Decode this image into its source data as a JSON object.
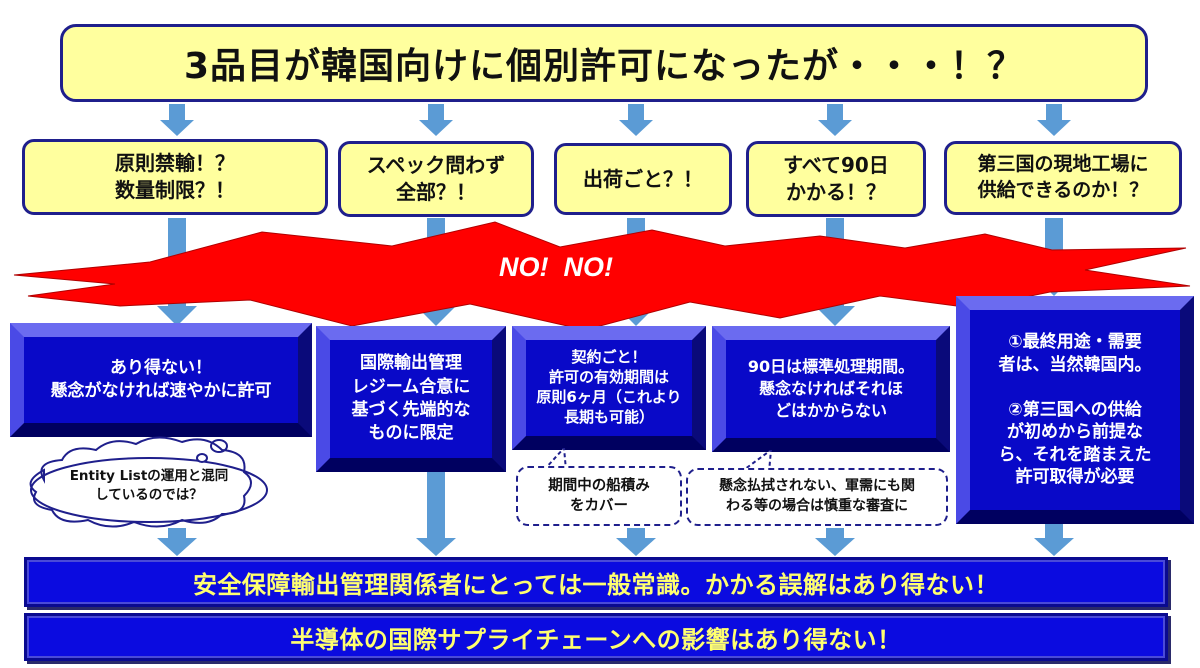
{
  "title": "3品目が韓国向けに個別許可になったが・・・！？",
  "questions": [
    "原則禁輸！？\n数量制限？！",
    "スペック問わず\n全部？！",
    "出荷ごと？！",
    "すべて90日\nかかる！？",
    "第三国の現地工場に\n供給できるのか！？"
  ],
  "burst_text": "NO!  NO!",
  "answers": [
    "あり得ない！\n懸念がなければ速やかに許可",
    "国際輸出管理\nレジーム合意に\n基づく先端的な\nものに限定",
    "契約ごと！\n許可の有効期間は\n原則6ヶ月（これより\n長期も可能）",
    "90日は標準処理期間。\n懸念なければそれほ\nどはかからない",
    "①最終用途・需要\n者は、当然韓国内。\n\n②第三国への供給\nが初めから前提な\nら、それを踏まえた\n許可取得が必要"
  ],
  "cloud_note": "Entity Listの運用と混同\nしているのでは？",
  "notes": [
    "期間中の船積み\nをカバー",
    "懸念払拭されない、軍需にも関\nわる等の場合は慎重な審査に"
  ],
  "bands": [
    "安全保障輸出管理関係者にとっては一般常識。かかる誤解はあり得ない！",
    "半導体の国際サプライチェーンへの影響はあり得ない！"
  ],
  "colors": {
    "arrow": "#5b9bd5",
    "yellow": "#ffff9e",
    "navy_border": "#1f1f8c",
    "blue_box": "#0909c8",
    "band_text": "#ffff70",
    "burst": "#ff0000"
  }
}
